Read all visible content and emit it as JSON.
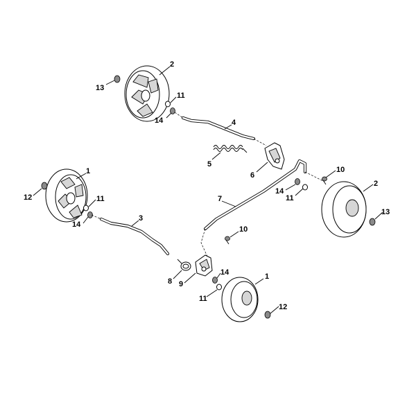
{
  "diagram": {
    "callouts": [
      {
        "id": "c2a",
        "label": "2"
      },
      {
        "id": "c13a",
        "label": "13"
      },
      {
        "id": "c11a",
        "label": "11"
      },
      {
        "id": "c14a",
        "label": "14"
      },
      {
        "id": "c4",
        "label": "4"
      },
      {
        "id": "c5",
        "label": "5"
      },
      {
        "id": "c6",
        "label": "6"
      },
      {
        "id": "c10a",
        "label": "10"
      },
      {
        "id": "c1a",
        "label": "1"
      },
      {
        "id": "c12a",
        "label": "12"
      },
      {
        "id": "c11b",
        "label": "11"
      },
      {
        "id": "c14b",
        "label": "14"
      },
      {
        "id": "c3",
        "label": "3"
      },
      {
        "id": "c7",
        "label": "7"
      },
      {
        "id": "c14c",
        "label": "14"
      },
      {
        "id": "c11c",
        "label": "11"
      },
      {
        "id": "c2b",
        "label": "2"
      },
      {
        "id": "c13b",
        "label": "13"
      },
      {
        "id": "c10b",
        "label": "10"
      },
      {
        "id": "c8",
        "label": "8"
      },
      {
        "id": "c9",
        "label": "9"
      },
      {
        "id": "c14d",
        "label": "14"
      },
      {
        "id": "c11d",
        "label": "11"
      },
      {
        "id": "c1b",
        "label": "1"
      },
      {
        "id": "c12b",
        "label": "12"
      }
    ]
  }
}
